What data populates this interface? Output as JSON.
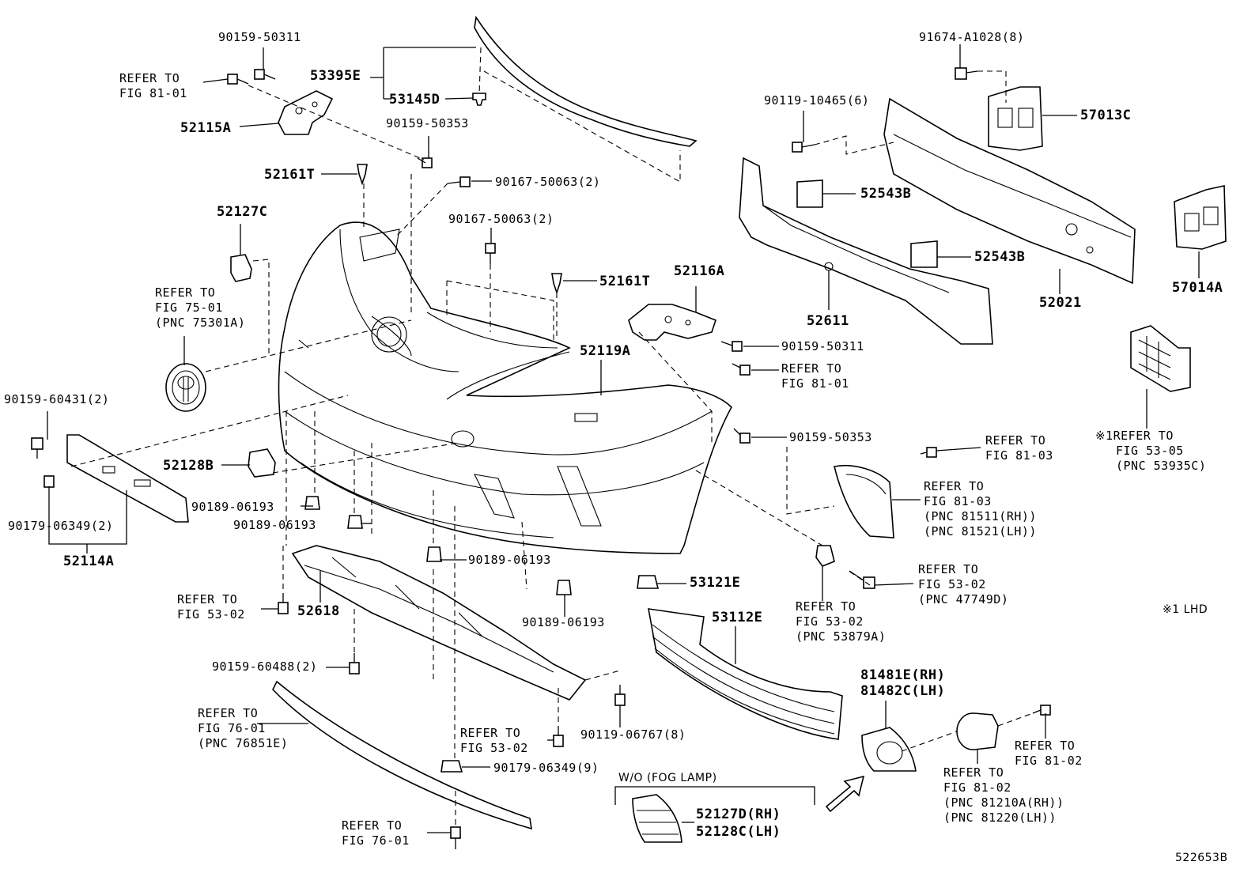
{
  "diagram_id": "522653B",
  "note": "※1  LHD",
  "boxed_group": {
    "label": "W/O (FOG LAMP)"
  },
  "labels": {
    "p90159_50311_top": "90159-50311",
    "refer_81_01_top": [
      "REFER TO",
      "FIG 81-01"
    ],
    "p53395E": "53395E",
    "p53145D": "53145D",
    "p52115A": "52115A",
    "p90159_50353_top": "90159-50353",
    "p52161T_top": "52161T",
    "p90167_50063_a": "90167-50063(2)",
    "p90167_50063_b": "90167-50063(2)",
    "p52127C": "52127C",
    "refer_75_01": [
      "REFER TO",
      "FIG 75-01",
      "(PNC 75301A)"
    ],
    "p52161T_mid": "52161T",
    "p52116A": "52116A",
    "p90159_50311_mid": "90159-50311",
    "refer_81_01_mid": [
      "REFER TO",
      "FIG 81-01"
    ],
    "p52119A": "52119A",
    "p90159_60431": "90159-60431(2)",
    "p52128B": "52128B",
    "p90159_50353_mid": "90159-50353",
    "p90189_06193_a": "90189-06193",
    "p90189_06193_b": "90189-06193",
    "p90189_06193_c": "90189-06193",
    "p90189_06193_d": "90189-06193",
    "p90179_06349_2": "90179-06349(2)",
    "p52114A": "52114A",
    "refer_53_02_left": [
      "REFER TO",
      "FIG 53-02"
    ],
    "p52618": "52618",
    "p53121E": "53121E",
    "p90159_60488": "90159-60488(2)",
    "refer_76_01_mid": [
      "REFER TO",
      "FIG 76-01",
      "(PNC 76851E)"
    ],
    "refer_53_02_bottom": [
      "REFER TO",
      "FIG 53-02"
    ],
    "p90119_06767": "90119-06767(8)",
    "p90179_06349_9": "90179-06349(9)",
    "refer_76_01_bottom": [
      "REFER TO",
      "FIG 76-01"
    ],
    "p53112E": "53112E",
    "refer_53_02_53879A": [
      "REFER TO",
      "FIG 53-02",
      "(PNC 53879A)"
    ],
    "refer_53_02_47749D": [
      "REFER TO",
      "FIG 53-02",
      "(PNC 47749D)"
    ],
    "p81481E": "81481E(RH)",
    "p81482C": "81482C(LH)",
    "refer_81_02_right": [
      "REFER TO",
      "FIG 81-02"
    ],
    "refer_81_02_81210A": [
      "REFER TO",
      "FIG 81-02",
      "(PNC 81210A(RH))",
      "(PNC 81220(LH))"
    ],
    "p52127D": "52127D(RH)",
    "p52128C": "52128C(LH)",
    "p91674_A1028": "91674-A1028(8)",
    "p57013C": "57013C",
    "p90119_10465": "90119-10465(6)",
    "p52543B_a": "52543B",
    "p52543B_b": "52543B",
    "p57014A": "57014A",
    "p52611": "52611",
    "p52021": "52021",
    "refer_53_05": [
      "※1REFER TO",
      "FIG 53-05",
      "(PNC 53935C)"
    ],
    "refer_81_03_a": [
      "REFER TO",
      "FIG 81-03"
    ],
    "refer_81_03_b": [
      "REFER TO",
      "FIG 81-03",
      "(PNC 81511(RH))",
      "(PNC 81521(LH))"
    ]
  }
}
